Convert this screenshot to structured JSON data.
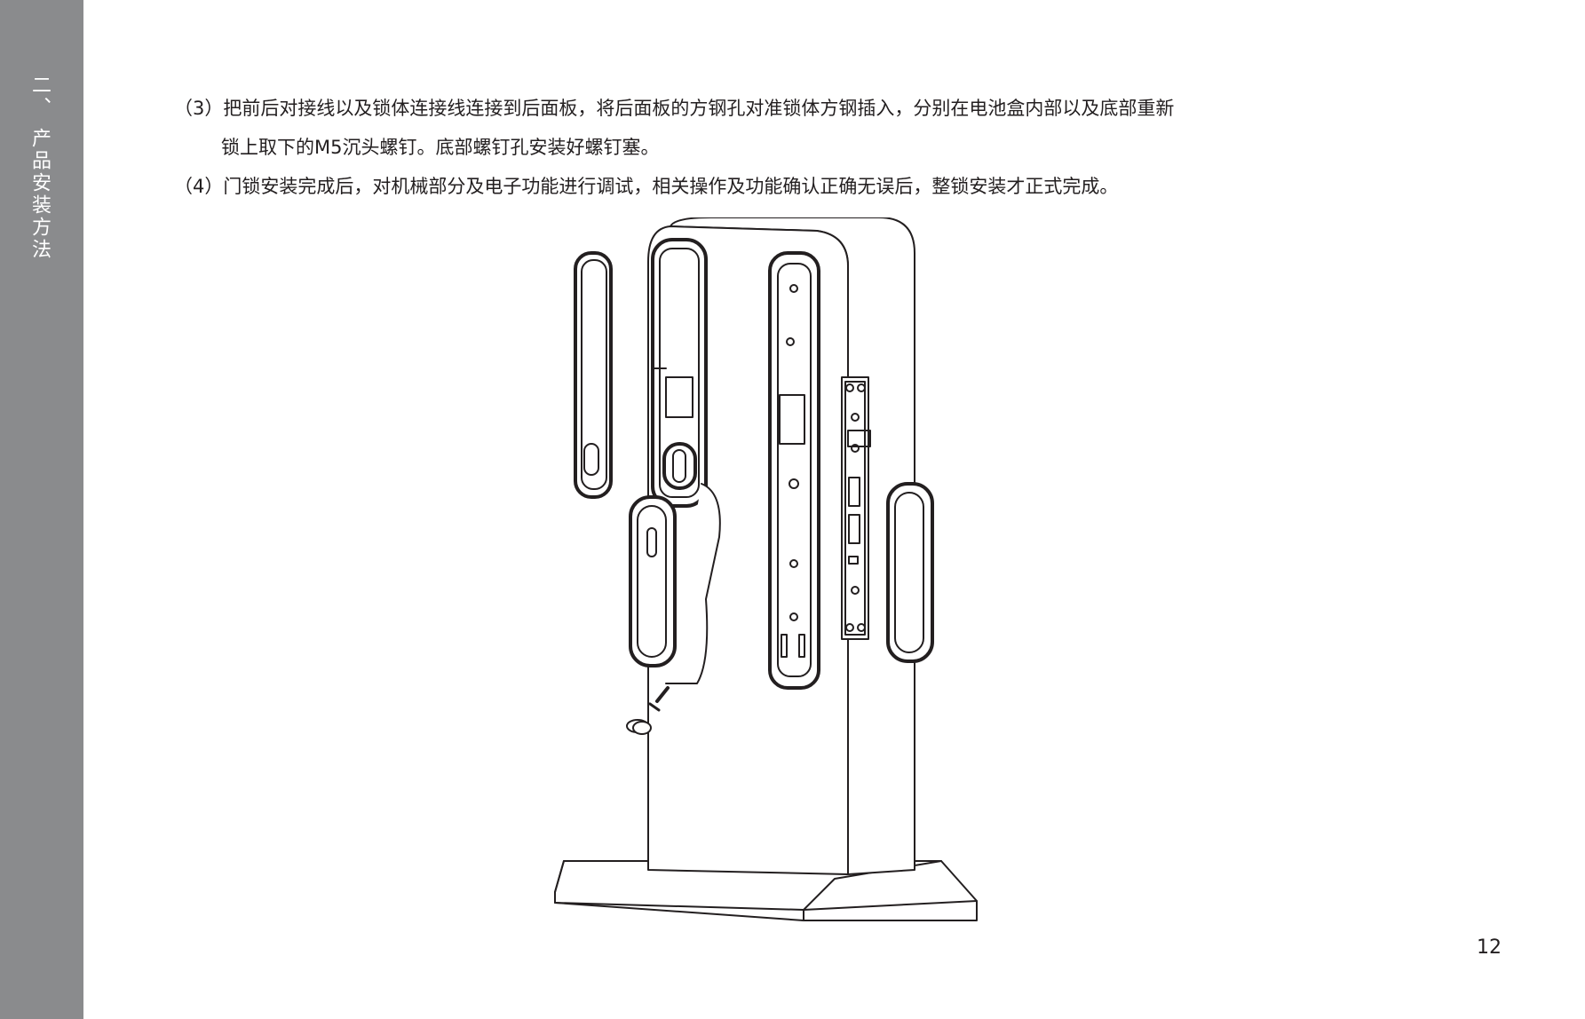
{
  "sidebar": {
    "section_title": "二、 产品安装方法"
  },
  "steps": [
    {
      "lines": [
        "（3）把前后对接线以及锁体连接线连接到后面板，将后面板的方钢孔对准锁体方钢插入，分别在电池盒内部以及底部重新",
        "锁上取下的M5沉头螺钉。底部螺钉孔安装好螺钉塞。"
      ]
    },
    {
      "lines": [
        "（4）门锁安装完成后，对机械部分及电子功能进行调试，相关操作及功能确认正确无误后，整锁安装才正式完成。"
      ]
    }
  ],
  "page_number": "12"
}
